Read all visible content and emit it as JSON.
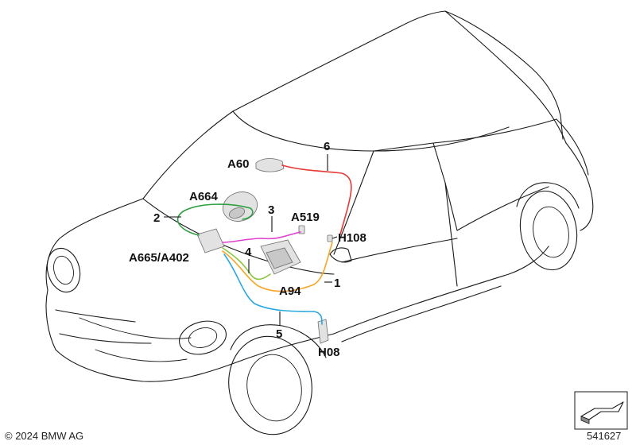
{
  "labels": {
    "a60": "A60",
    "a664": "A664",
    "a519": "A519",
    "h108": "H108",
    "a665_a402": "A665/A402",
    "a94": "A94",
    "h08": "H08"
  },
  "numbers": {
    "n1": "1",
    "n2": "2",
    "n3": "3",
    "n4": "4",
    "n5": "5",
    "n6": "6"
  },
  "footer": {
    "copyright": "© 2024 BMW AG",
    "diagram_number": "541627"
  },
  "colors": {
    "wire_1": "#f5a623",
    "wire_2": "#2ea043",
    "wire_3": "#e040d0",
    "wire_4": "#8cc63f",
    "wire_5": "#29a8e0",
    "wire_6": "#e53935"
  }
}
